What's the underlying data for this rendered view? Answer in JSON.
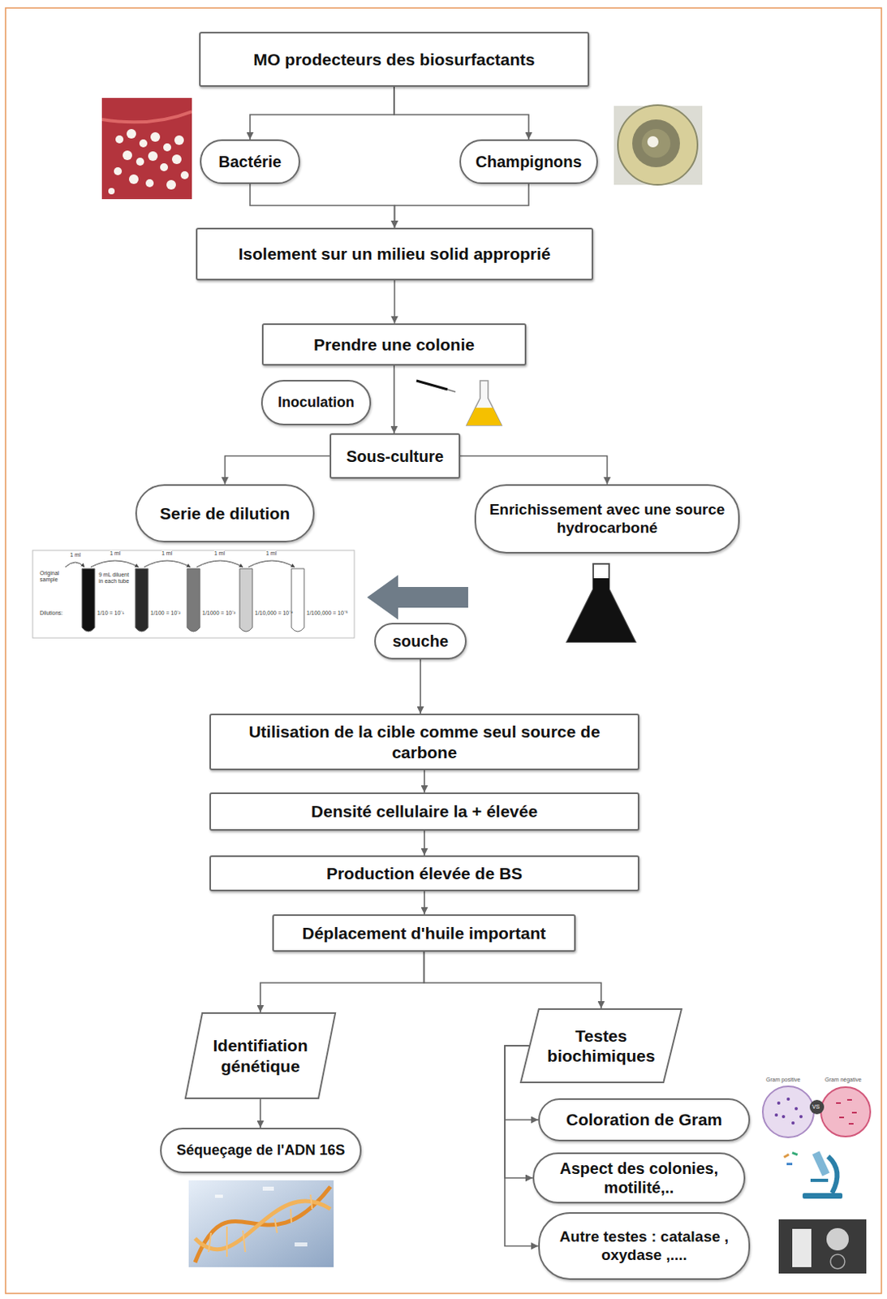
{
  "diagram": {
    "nodes": [
      {
        "text": [
          "MO prodecteurs des biosurfactants"
        ]
      },
      {
        "text": [
          "Bactérie"
        ]
      },
      {
        "text": [
          "Champignons"
        ]
      },
      {
        "text": [
          "Isolement sur un milieu solid approprié"
        ]
      },
      {
        "text": [
          "Prendre une colonie"
        ]
      },
      {
        "text": [
          "Inoculation"
        ]
      },
      {
        "text": [
          "Sous-culture"
        ]
      },
      {
        "text": [
          "Serie de dilution"
        ]
      },
      {
        "text": [
          "Enrichissement avec une source hydrocarboné"
        ]
      },
      {
        "text": [
          "souche"
        ]
      },
      {
        "text": [
          "Utilisation de la cible comme seul source de carbone"
        ]
      },
      {
        "text": [
          "Densité cellulaire la + élevée"
        ]
      },
      {
        "text": [
          "Production élevée de BS"
        ]
      },
      {
        "text": [
          "Déplacement d'huile important"
        ]
      },
      {
        "text": [
          "Identifiation génétique"
        ]
      },
      {
        "text": [
          "Testes biochimiques"
        ]
      },
      {
        "text": [
          "Séqueçage de l'ADN 16S"
        ]
      },
      {
        "text": [
          "Coloration de Gram"
        ]
      },
      {
        "text": [
          "Aspect des colonies, motilité,.."
        ]
      },
      {
        "text": [
          "Autre testes : catalase , oxydase ,...."
        ]
      }
    ],
    "edges": [
      {
        "from": 0,
        "to": 1,
        "arrow": "to"
      },
      {
        "from": 0,
        "to": 2,
        "arrow": "to"
      },
      {
        "from": 1,
        "to": 3,
        "arrow": "to"
      },
      {
        "from": 2,
        "to": 3,
        "arrow": "to"
      },
      {
        "from": 3,
        "to": 4,
        "arrow": "to"
      },
      {
        "from": 4,
        "to": 6,
        "arrow": "to"
      },
      {
        "from": 6,
        "to": 7,
        "arrow": "to"
      },
      {
        "from": 6,
        "to": 8,
        "arrow": "to"
      },
      {
        "from": 9,
        "to": 10,
        "arrow": "to"
      },
      {
        "from": 10,
        "to": 11,
        "arrow": "to"
      },
      {
        "from": 11,
        "to": 12,
        "arrow": "to"
      },
      {
        "from": 12,
        "to": 13,
        "arrow": "to"
      },
      {
        "from": 13,
        "to": 14,
        "arrow": "to"
      },
      {
        "from": 13,
        "to": 15,
        "arrow": "to"
      },
      {
        "from": 14,
        "to": 16,
        "arrow": "to"
      },
      {
        "from": 15,
        "to": 17,
        "arrow": "to"
      },
      {
        "from": 15,
        "to": 18,
        "arrow": "to"
      },
      {
        "from": 15,
        "to": 19,
        "arrow": "to"
      }
    ],
    "labels": [
      "1 ml",
      "1 ml",
      "1 ml",
      "1 ml",
      "1 ml",
      "Original sample",
      "9 mL diluent in each tube",
      "Dilutions:",
      "1/10 = 10⁻¹",
      "1/100 = 10⁻²",
      "1/1000 = 10⁻³",
      "1/10,000 = 10⁻⁴",
      "1/100,000 = 10⁻⁵",
      "Gram positive",
      "Gram négative",
      "VS"
    ]
  }
}
